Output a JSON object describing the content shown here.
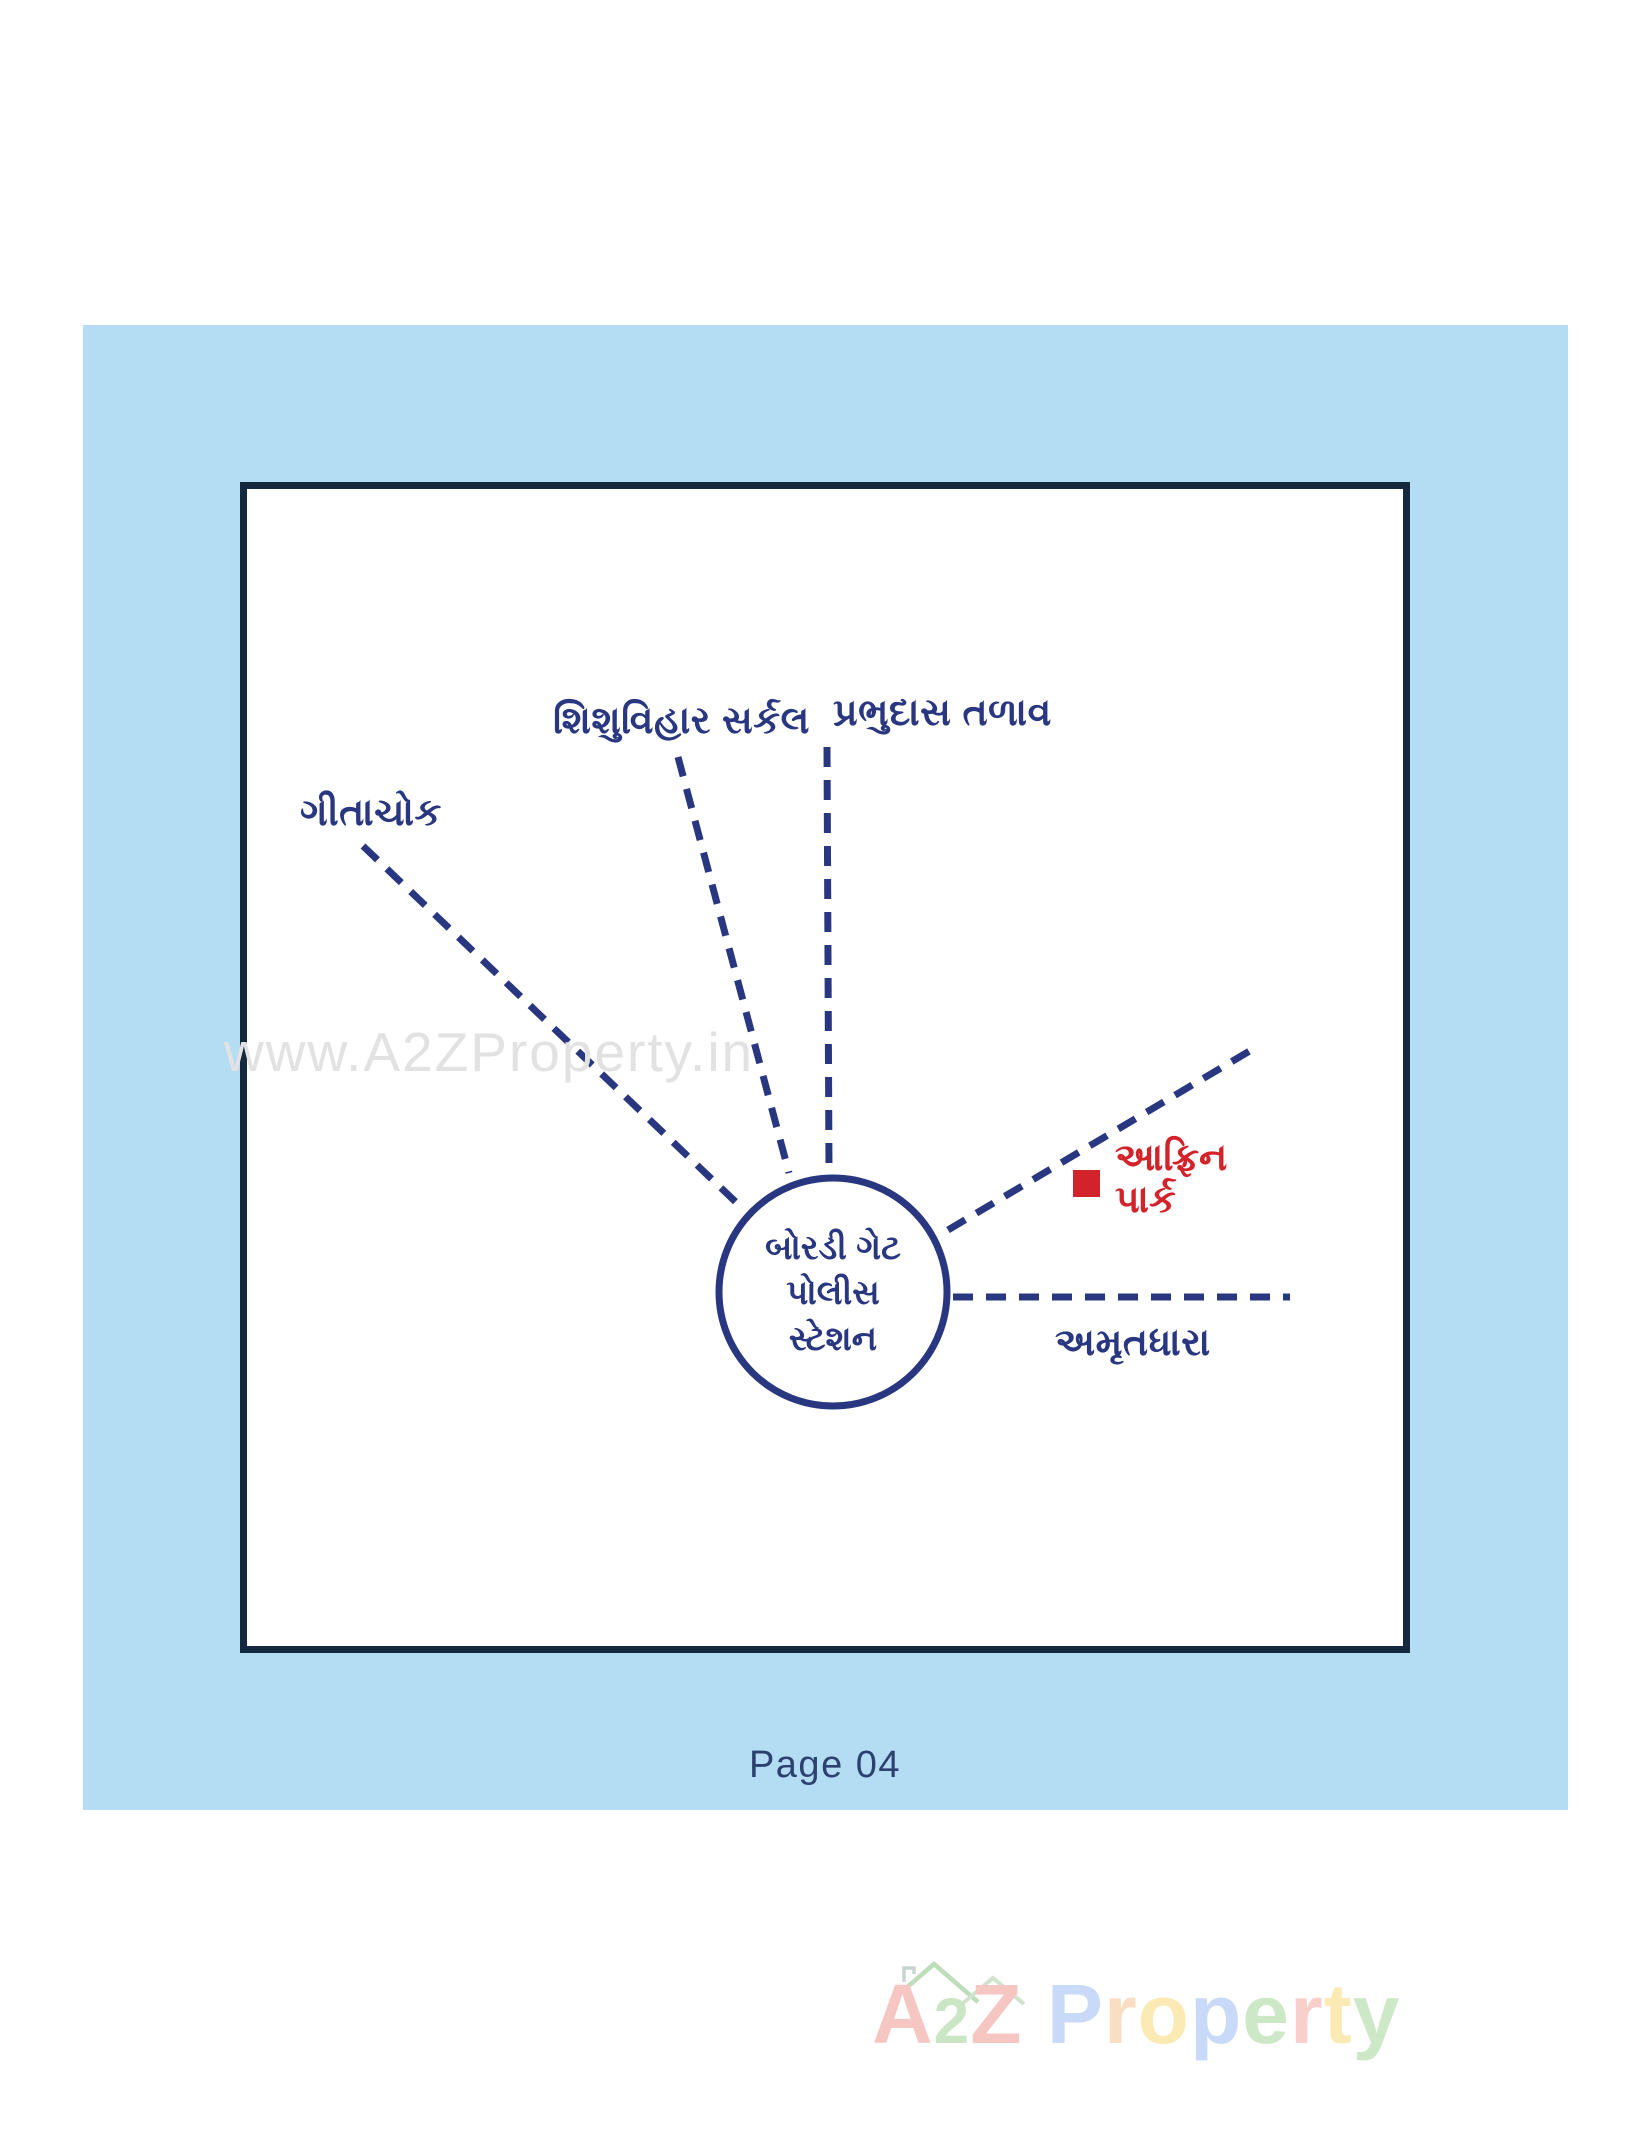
{
  "colors": {
    "panel_blue": "#b4ddf4",
    "box_border_navy": "#14293d",
    "road_navy": "#293781",
    "accent_red": "#d2232a",
    "watermark_gray": "#e2e2e2",
    "page_label_navy": "#2d4170"
  },
  "map": {
    "hub": {
      "lines": [
        "બોરડી ગેટ",
        "પોલીસ",
        "સ્ટેશન"
      ]
    },
    "locations": [
      {
        "id": "gitachowk",
        "label": "ગીતાચોક"
      },
      {
        "id": "shishuvihar-circle",
        "label": "શિશુવિહાર સર્કલ"
      },
      {
        "id": "prabhudas-talav",
        "label": "પ્રભુદાસ તળાવ"
      },
      {
        "id": "afrin-park",
        "label_line1": "આફ્રિન",
        "label_line2": "પાર્ક",
        "color": "#d2232a"
      },
      {
        "id": "amrutdhara",
        "label": "અમૃતધારા"
      }
    ]
  },
  "watermark": {
    "text": "www.A2ZProperty.in"
  },
  "footer": {
    "page_label": "Page 04"
  },
  "brand": {
    "text": "A2Z Property",
    "letters": [
      {
        "ch": "A",
        "color": "#f6c6c3"
      },
      {
        "ch": "2",
        "color": "#cbe6c4",
        "small": true
      },
      {
        "ch": "Z",
        "color": "#f6c6c3"
      },
      {
        "ch": " ",
        "color": "#ffffff"
      },
      {
        "ch": "P",
        "color": "#c9daf8"
      },
      {
        "ch": "r",
        "color": "#fadec4"
      },
      {
        "ch": "o",
        "color": "#fceab4"
      },
      {
        "ch": "p",
        "color": "#c9daf8"
      },
      {
        "ch": "e",
        "color": "#cde8c6"
      },
      {
        "ch": "r",
        "color": "#f8cfcb"
      },
      {
        "ch": "t",
        "color": "#fceab4"
      },
      {
        "ch": "y",
        "color": "#cde8c6"
      }
    ]
  }
}
